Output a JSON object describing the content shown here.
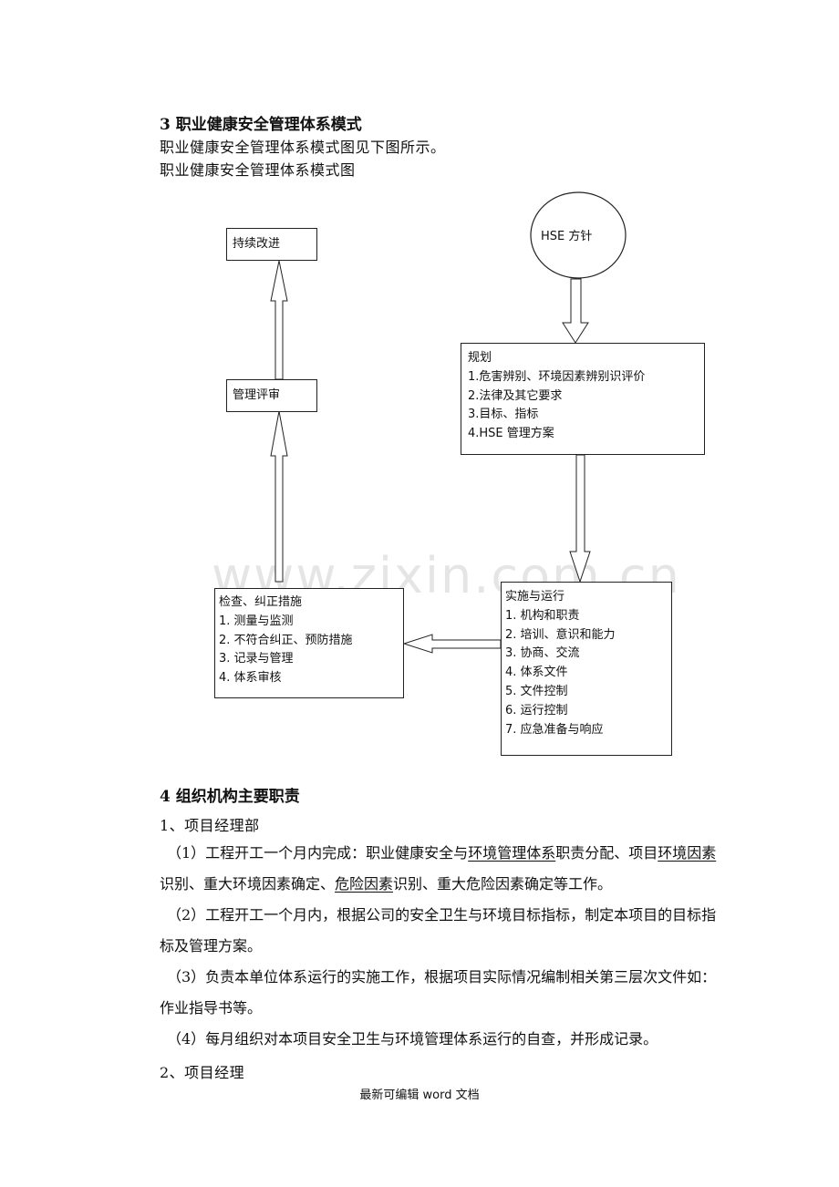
{
  "section3": {
    "heading": "3 职业健康安全管理体系模式",
    "intro": "职业健康安全管理体系模式图见下图所示。",
    "figure_caption": "职业健康安全管理体系模式图"
  },
  "diagram": {
    "continuous": "持续改进",
    "review": "管理评审",
    "policy": "HSE 方针",
    "planning": {
      "title": "规划",
      "items": [
        "1.危害辨别、环境因素辨别识评价",
        "2.法律及其它要求",
        "3.目标、指标",
        "4.HSE 管理方案"
      ]
    },
    "check": {
      "title": "检查、纠正措施",
      "items": [
        "1. 测量与监测",
        "2. 不符合纠正、预防措施",
        "3. 记录与管理",
        "4. 体系审核"
      ]
    },
    "implement": {
      "title": "实施与运行",
      "items": [
        "1. 机构和职责",
        "2. 培训、意识和能力",
        "3. 协商、交流",
        "4. 体系文件",
        "5. 文件控制",
        "6. 运行控制",
        "7. 应急准备与响应"
      ]
    }
  },
  "watermark": "www.zixin.com.cn",
  "section4": {
    "heading": "4 组织机构主要职责",
    "sub1": "1、项目经理部",
    "p1": {
      "a": "（1）工程开工一个月内完成：职业健康安全与",
      "u1": "环境管理体系",
      "b": "职责分配、项目",
      "u2": "环境因素",
      "c": "识别、重大环境因素确定、",
      "u3": "危险因素",
      "d": "识别、重大危险因素确定等工作。"
    },
    "p2": "（2）工程开工一个月内，根据公司的安全卫生与环境目标指标，制定本项目的目标指标及管理方案。",
    "p3": "（3）负责本单位体系运行的实施工作，根据项目实际情况编制相关第三层次文件如：作业指导书等。",
    "p4": "（4）每月组织对本项目安全卫生与环境管理体系运行的自查，并形成记录。",
    "sub2": "2、项目经理"
  },
  "footer": "最新可编辑 word 文档"
}
